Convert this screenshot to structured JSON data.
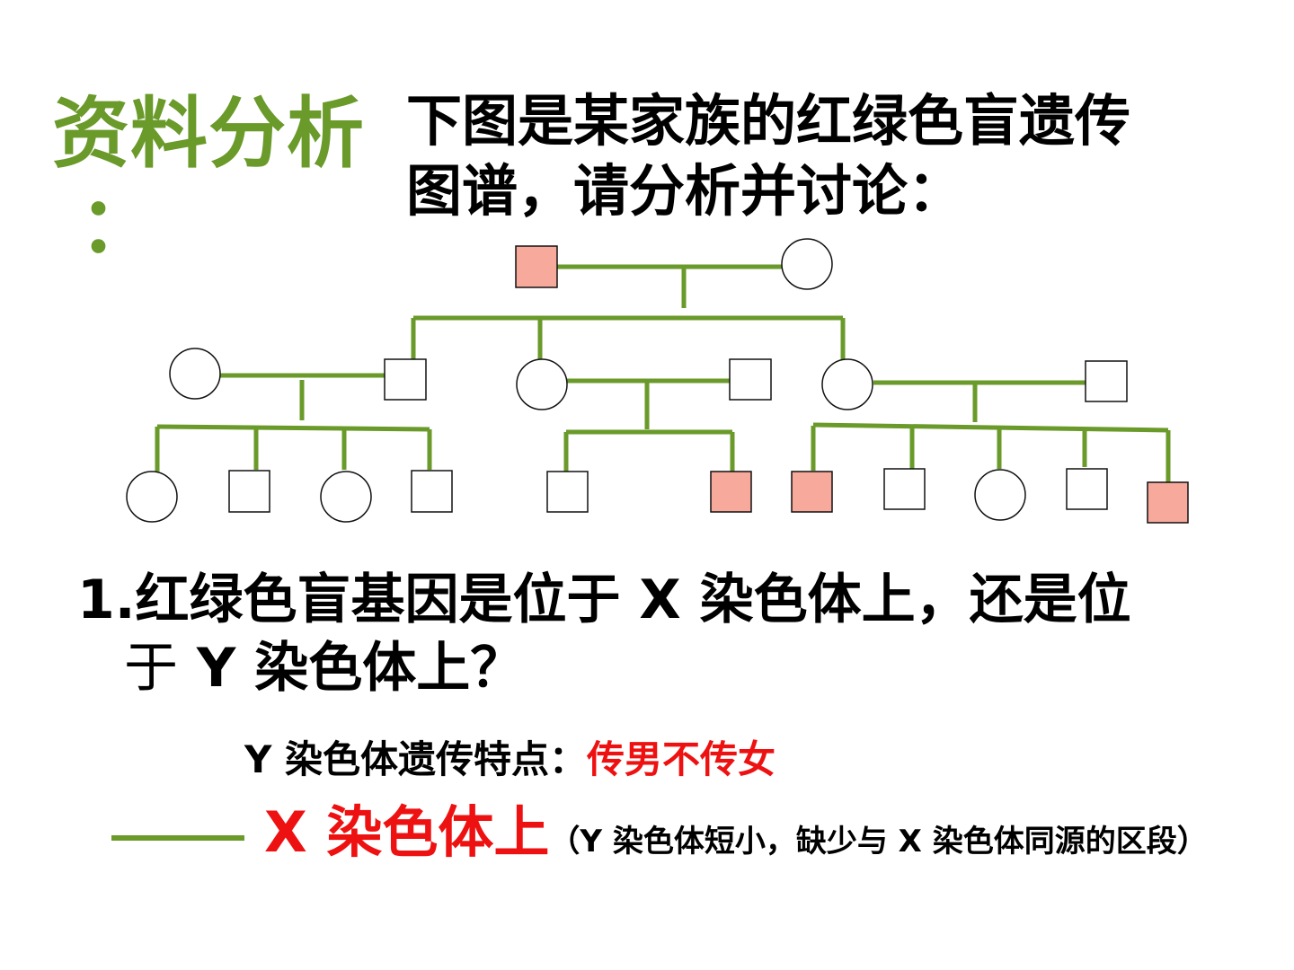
{
  "header": {
    "title": "资料分析",
    "title_colon": "：",
    "intro_line1": "下图是某家族的红绿色盲遗传",
    "intro_line2": "图谱，请分析并讨论："
  },
  "colors": {
    "accent_green": "#6a9a2a",
    "affected_fill": "#f7a99b",
    "highlight_red": "#ee1111"
  },
  "question": {
    "line1": "1.红绿色盲基因是位于 X 染色体上，还是位",
    "line2_a": "于",
    "line2_b": " Y 染色体上？"
  },
  "y_trait": {
    "label": "Y 染色体遗传特点：",
    "value": "传男不传女"
  },
  "answer": {
    "main": "X 染色体上",
    "note": "（Y 染色体短小，缺少与 X 染色体同源的区段）"
  }
}
